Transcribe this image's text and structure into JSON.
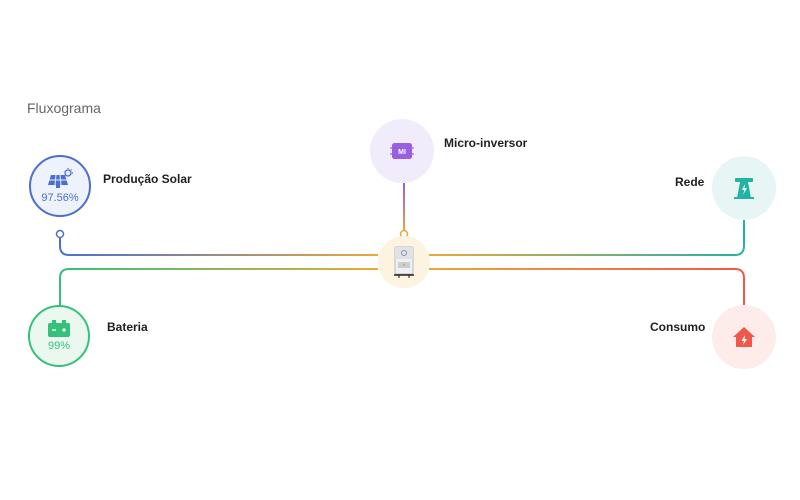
{
  "header": {
    "title": "Fluxograma"
  },
  "nodes": {
    "solar": {
      "label": "Produção Solar",
      "percent": "97.56%",
      "icon": "solar-panel-icon",
      "color": "#4a6fd1",
      "bg": "#eef2fc"
    },
    "micro_inverter": {
      "label": "Micro-inversor",
      "badge": "MI",
      "icon": "micro-inverter-icon",
      "color": "#9a5ee0",
      "bg": "#f1ecfb"
    },
    "grid": {
      "label": "Rede",
      "icon": "power-tower-icon",
      "color": "#22b3a4",
      "bg": "#e7f6f4"
    },
    "battery": {
      "label": "Bateria",
      "percent": "99%",
      "icon": "battery-icon",
      "color": "#35c17a",
      "bg": "#eaf8f0"
    },
    "consumption": {
      "label": "Consumo",
      "icon": "house-bolt-icon",
      "color": "#f0584c",
      "bg": "#fdecea"
    },
    "inverter": {
      "icon": "inverter-icon",
      "bg": "#fdf3e1"
    }
  }
}
